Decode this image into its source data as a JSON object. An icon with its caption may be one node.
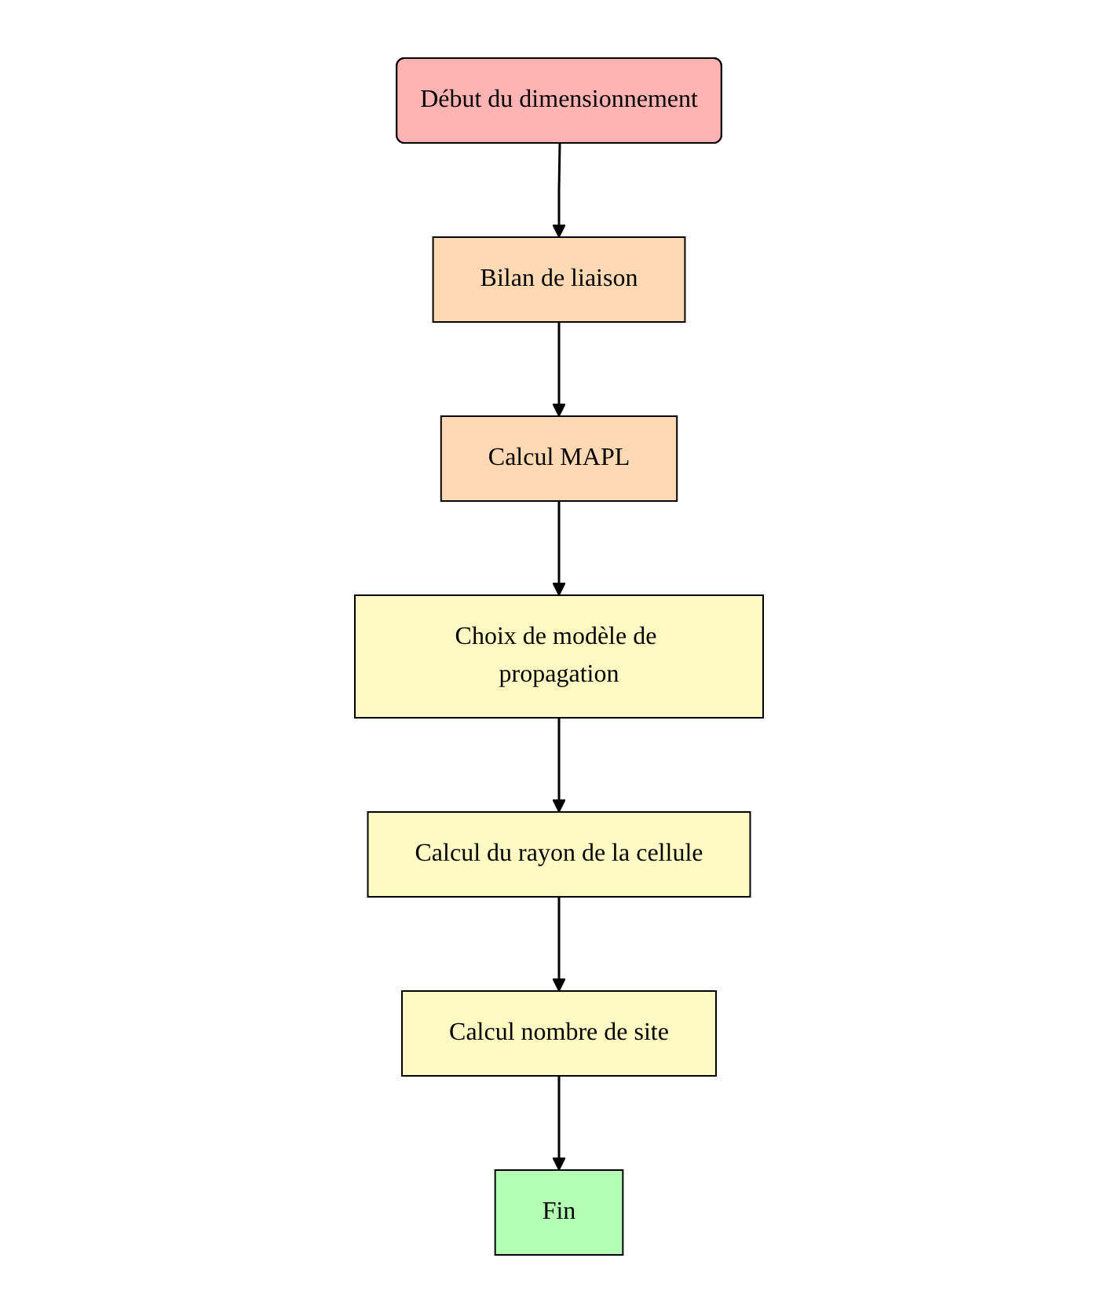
{
  "diagram": {
    "nodes": [
      {
        "text": [
          "Début du dimensionnement"
        ]
      },
      {
        "text": [
          "Bilan de liaison"
        ]
      },
      {
        "text": [
          "Calcul MAPL"
        ]
      },
      {
        "text": [
          "Choix de modèle de propagation"
        ]
      },
      {
        "text": [
          "Calcul du rayon de la cellule"
        ]
      },
      {
        "text": [
          "Calcul nombre de site"
        ]
      },
      {
        "text": [
          "Fin"
        ]
      }
    ],
    "edges": [
      {
        "from": 0,
        "to": 1,
        "arrow": "to"
      },
      {
        "from": 1,
        "to": 2,
        "arrow": "to"
      },
      {
        "from": 2,
        "to": 3,
        "arrow": "to"
      },
      {
        "from": 3,
        "to": 4,
        "arrow": "to"
      },
      {
        "from": 4,
        "to": 5,
        "arrow": "to"
      },
      {
        "from": 5,
        "to": 6,
        "arrow": "to"
      }
    ]
  }
}
